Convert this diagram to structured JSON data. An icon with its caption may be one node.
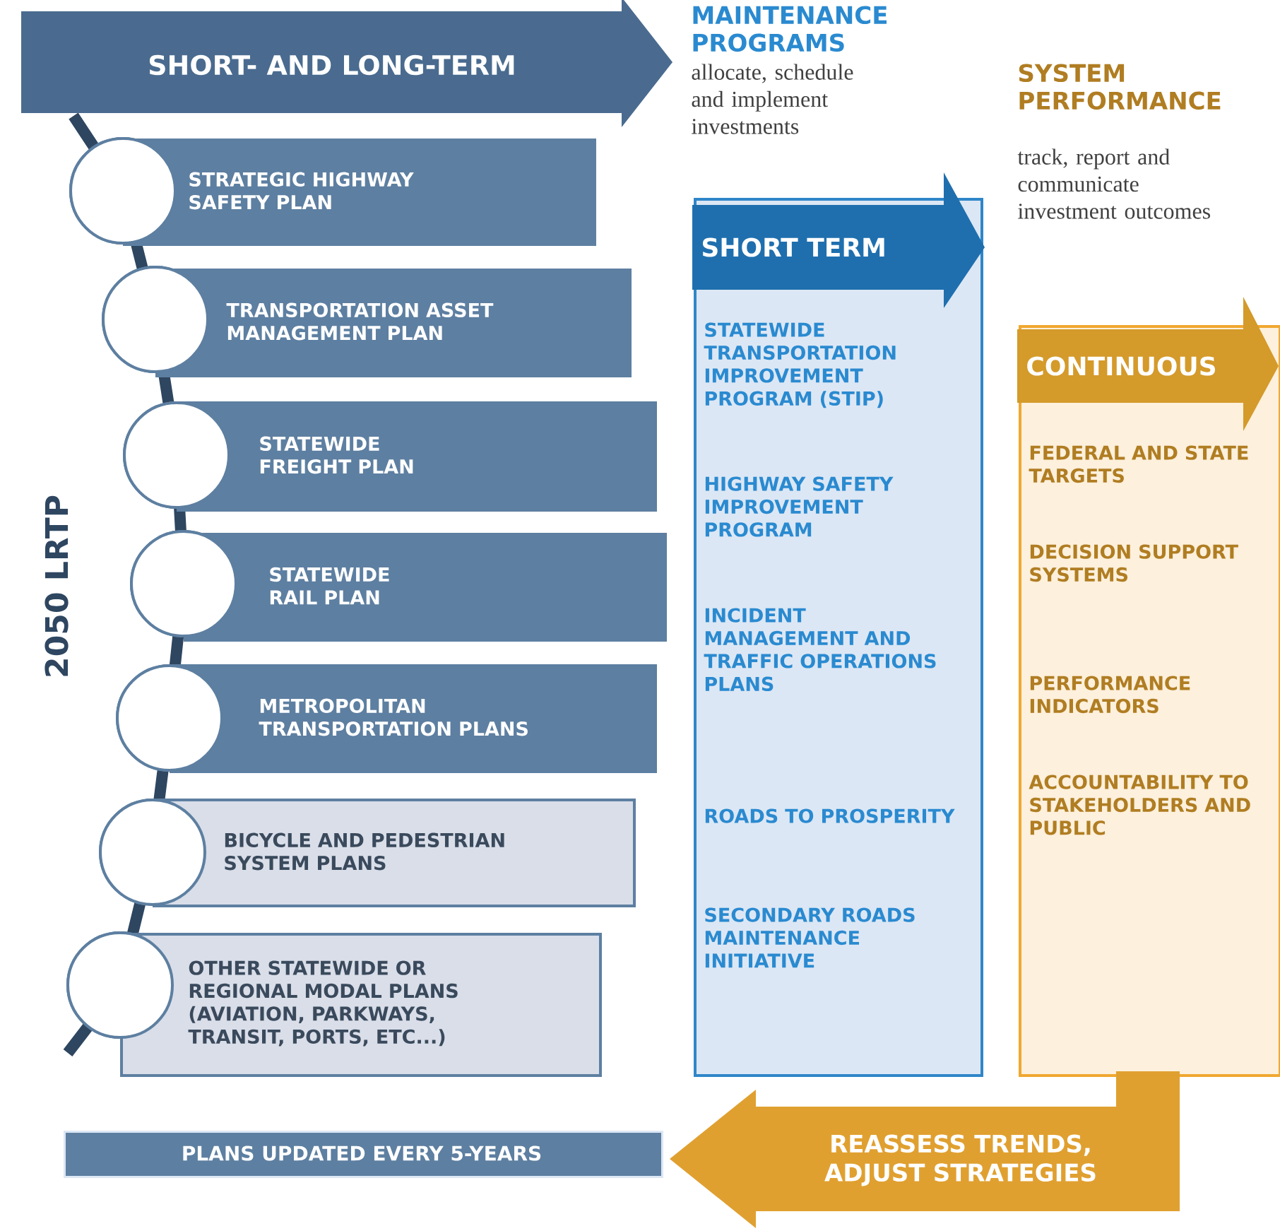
{
  "diagram": {
    "nodes": [
      {
        "text": [
          "SHORT- AND LONG-TERM"
        ]
      },
      {
        "text": [
          "STRATEGIC HIGHWAY SAFETY PLAN"
        ]
      },
      {
        "text": [
          "TRANSPORTATION ASSET MANAGEMENT PLAN"
        ]
      },
      {
        "text": [
          "STATEWIDE FREIGHT PLAN"
        ]
      },
      {
        "text": [
          "STATEWIDE RAIL PLAN"
        ]
      },
      {
        "text": [
          "METROPOLITAN TRANSPORTATION PLANS"
        ]
      },
      {
        "text": [
          "BICYCLE AND PEDESTRIAN SYSTEM PLANS"
        ]
      },
      {
        "text": [
          "OTHER STATEWIDE OR REGIONAL MODAL PLANS (AVIATION, PARKWAYS, TRANSIT, PORTS, ETC...)"
        ]
      },
      {
        "text": [
          "PLANS UPDATED EVERY 5-YEARS"
        ]
      },
      {
        "text": [
          "SHORT TERM",
          "STATEWIDE TRANSPORTATION IMPROVEMENT PROGRAM (STIP)",
          "HIGHWAY SAFETY IMPROVEMENT PROGRAM",
          "INCIDENT MANAGEMENT AND TRAFFIC OPERATIONS PLANS",
          "ROADS TO PROSPERITY",
          "SECONDARY ROADS MAINTENANCE INITIATIVE"
        ]
      },
      {
        "text": [
          "CONTINUOUS",
          "FEDERAL AND STATE TARGETS",
          "DECISION SUPPORT SYSTEMS",
          "PERFORMANCE INDICATORS",
          "ACCOUNTABILITY TO STAKEHOLDERS AND PUBLIC"
        ]
      },
      {
        "text": [
          "REASSESS TRENDS, ADJUST STRATEGIES"
        ]
      }
    ],
    "labels": [
      "MAINTENANCE PROGRAMS",
      "allocate, schedule and implement investments",
      "SYSTEM PERFORMANCE",
      "track, report and communicate investment outcomes",
      "2050 LRTP"
    ]
  }
}
